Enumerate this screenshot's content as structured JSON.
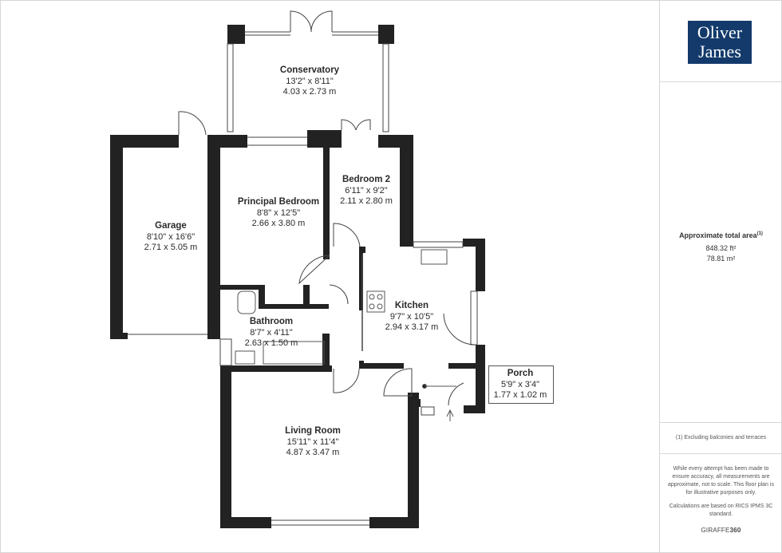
{
  "brand": {
    "logo_line1": "Oliver",
    "logo_line2": "James",
    "footer_prefix": "GIRAFFE",
    "footer_suffix": "360"
  },
  "rooms": {
    "conservatory": {
      "name": "Conservatory",
      "imperial": "13'2\" x 8'11\"",
      "metric": "4.03 x 2.73 m"
    },
    "bedroom2": {
      "name": "Bedroom 2",
      "imperial": "6'11\" x 9'2\"",
      "metric": "2.11 x 2.80 m"
    },
    "principal": {
      "name": "Principal Bedroom",
      "imperial": "8'8\" x 12'5\"",
      "metric": "2.66 x 3.80 m"
    },
    "garage": {
      "name": "Garage",
      "imperial": "8'10\" x 16'6\"",
      "metric": "2.71 x 5.05 m"
    },
    "kitchen": {
      "name": "Kitchen",
      "imperial": "9'7\" x 10'5\"",
      "metric": "2.94 x 3.17 m"
    },
    "bathroom": {
      "name": "Bathroom",
      "imperial": "8'7\" x 4'11\"",
      "metric": "2.63 x 1.50 m"
    },
    "porch": {
      "name": "Porch",
      "imperial": "5'9\" x 3'4\"",
      "metric": "1.77 x 1.02 m"
    },
    "living": {
      "name": "Living Room",
      "imperial": "15'11\" x 11'4\"",
      "metric": "4.87 x 3.47 m"
    }
  },
  "area": {
    "title": "Approximate total area",
    "marker": "(1)",
    "imperial": "848.32 ft²",
    "metric": "78.81 m²"
  },
  "notes": {
    "exclusion": "(1) Excluding balconies and terraces",
    "disclaimer": "While every attempt has been made to ensure accuracy, all measurements are approximate, not to scale. This floor plan is for illustrative purposes only.",
    "calc": "Calculations are based on RICS IPMS 3C standard."
  }
}
